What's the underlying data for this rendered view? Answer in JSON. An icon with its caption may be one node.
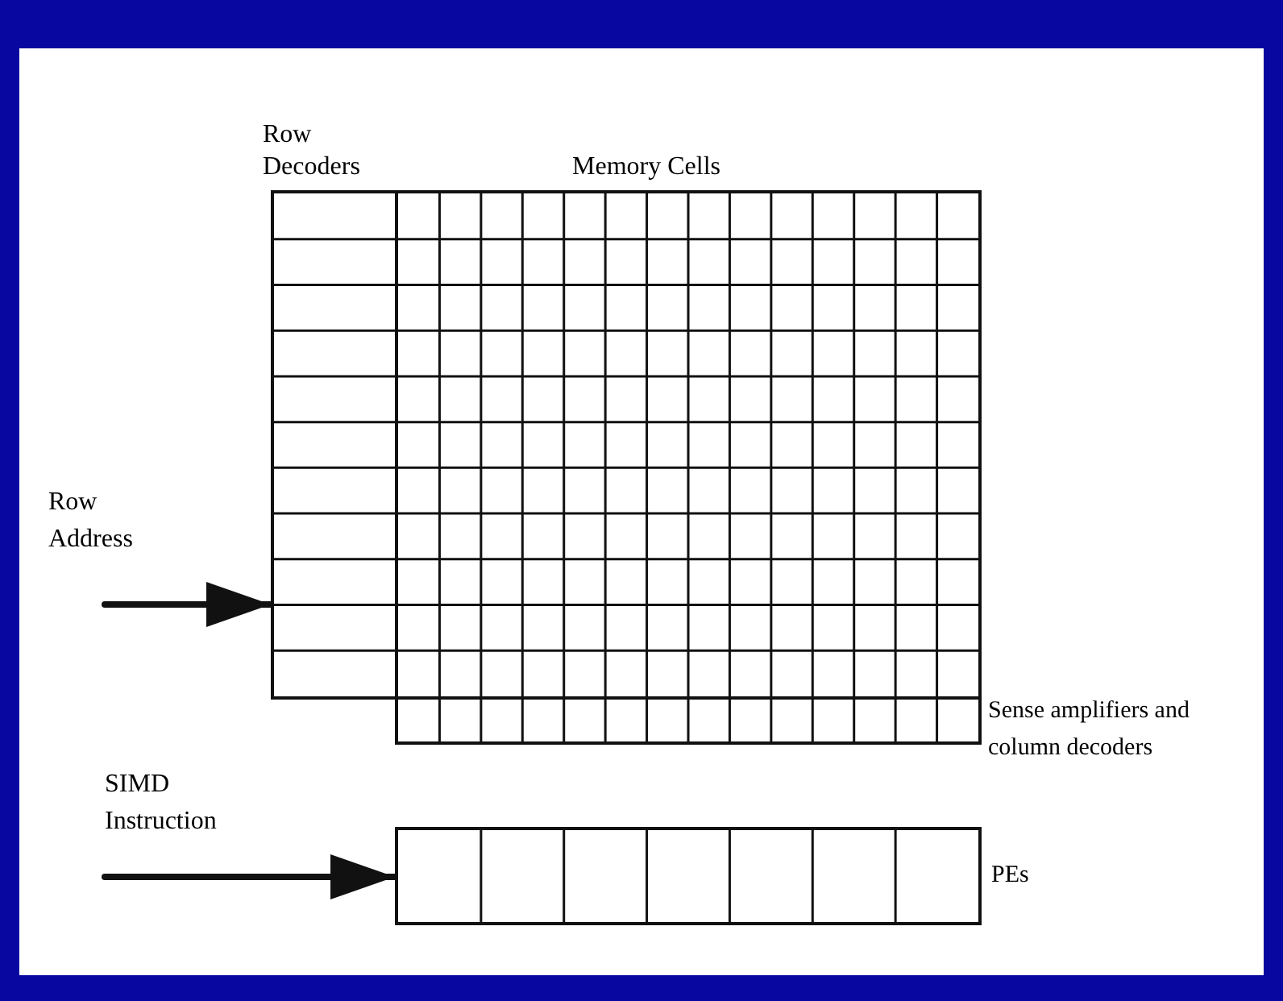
{
  "diagram": {
    "nodes": [
      {
        "text": [
          "Row Decoders"
        ]
      },
      {
        "text": [
          "Memory Cells"
        ]
      },
      {
        "text": [],
        "shape": "box",
        "beside": [
          "Sense amplifiers and column decoders"
        ]
      },
      {
        "text": [],
        "shape": "box",
        "beside": [
          "PEs"
        ]
      }
    ],
    "edges": [
      {
        "from": null,
        "to": 0,
        "arrow": "to",
        "label": "Row Address"
      },
      {
        "from": null,
        "to": 3,
        "arrow": "to",
        "label": "SIMD Instruction"
      }
    ]
  }
}
